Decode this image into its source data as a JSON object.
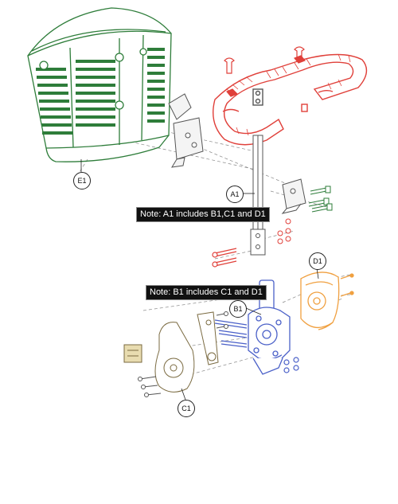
{
  "notes": {
    "a1": "Note: A1 includes B1,C1 and D1",
    "b1": "Note: B1 includes C1 and D1"
  },
  "callouts": {
    "e1": "E1",
    "a1": "A1",
    "d1": "D1",
    "b1": "B1",
    "c1": "C1"
  },
  "colors": {
    "basket": "#2e7d3a",
    "tiller": "#e0403a",
    "bracket": "#4a60c8",
    "cover": "#f0a040",
    "outline": "#555555"
  }
}
